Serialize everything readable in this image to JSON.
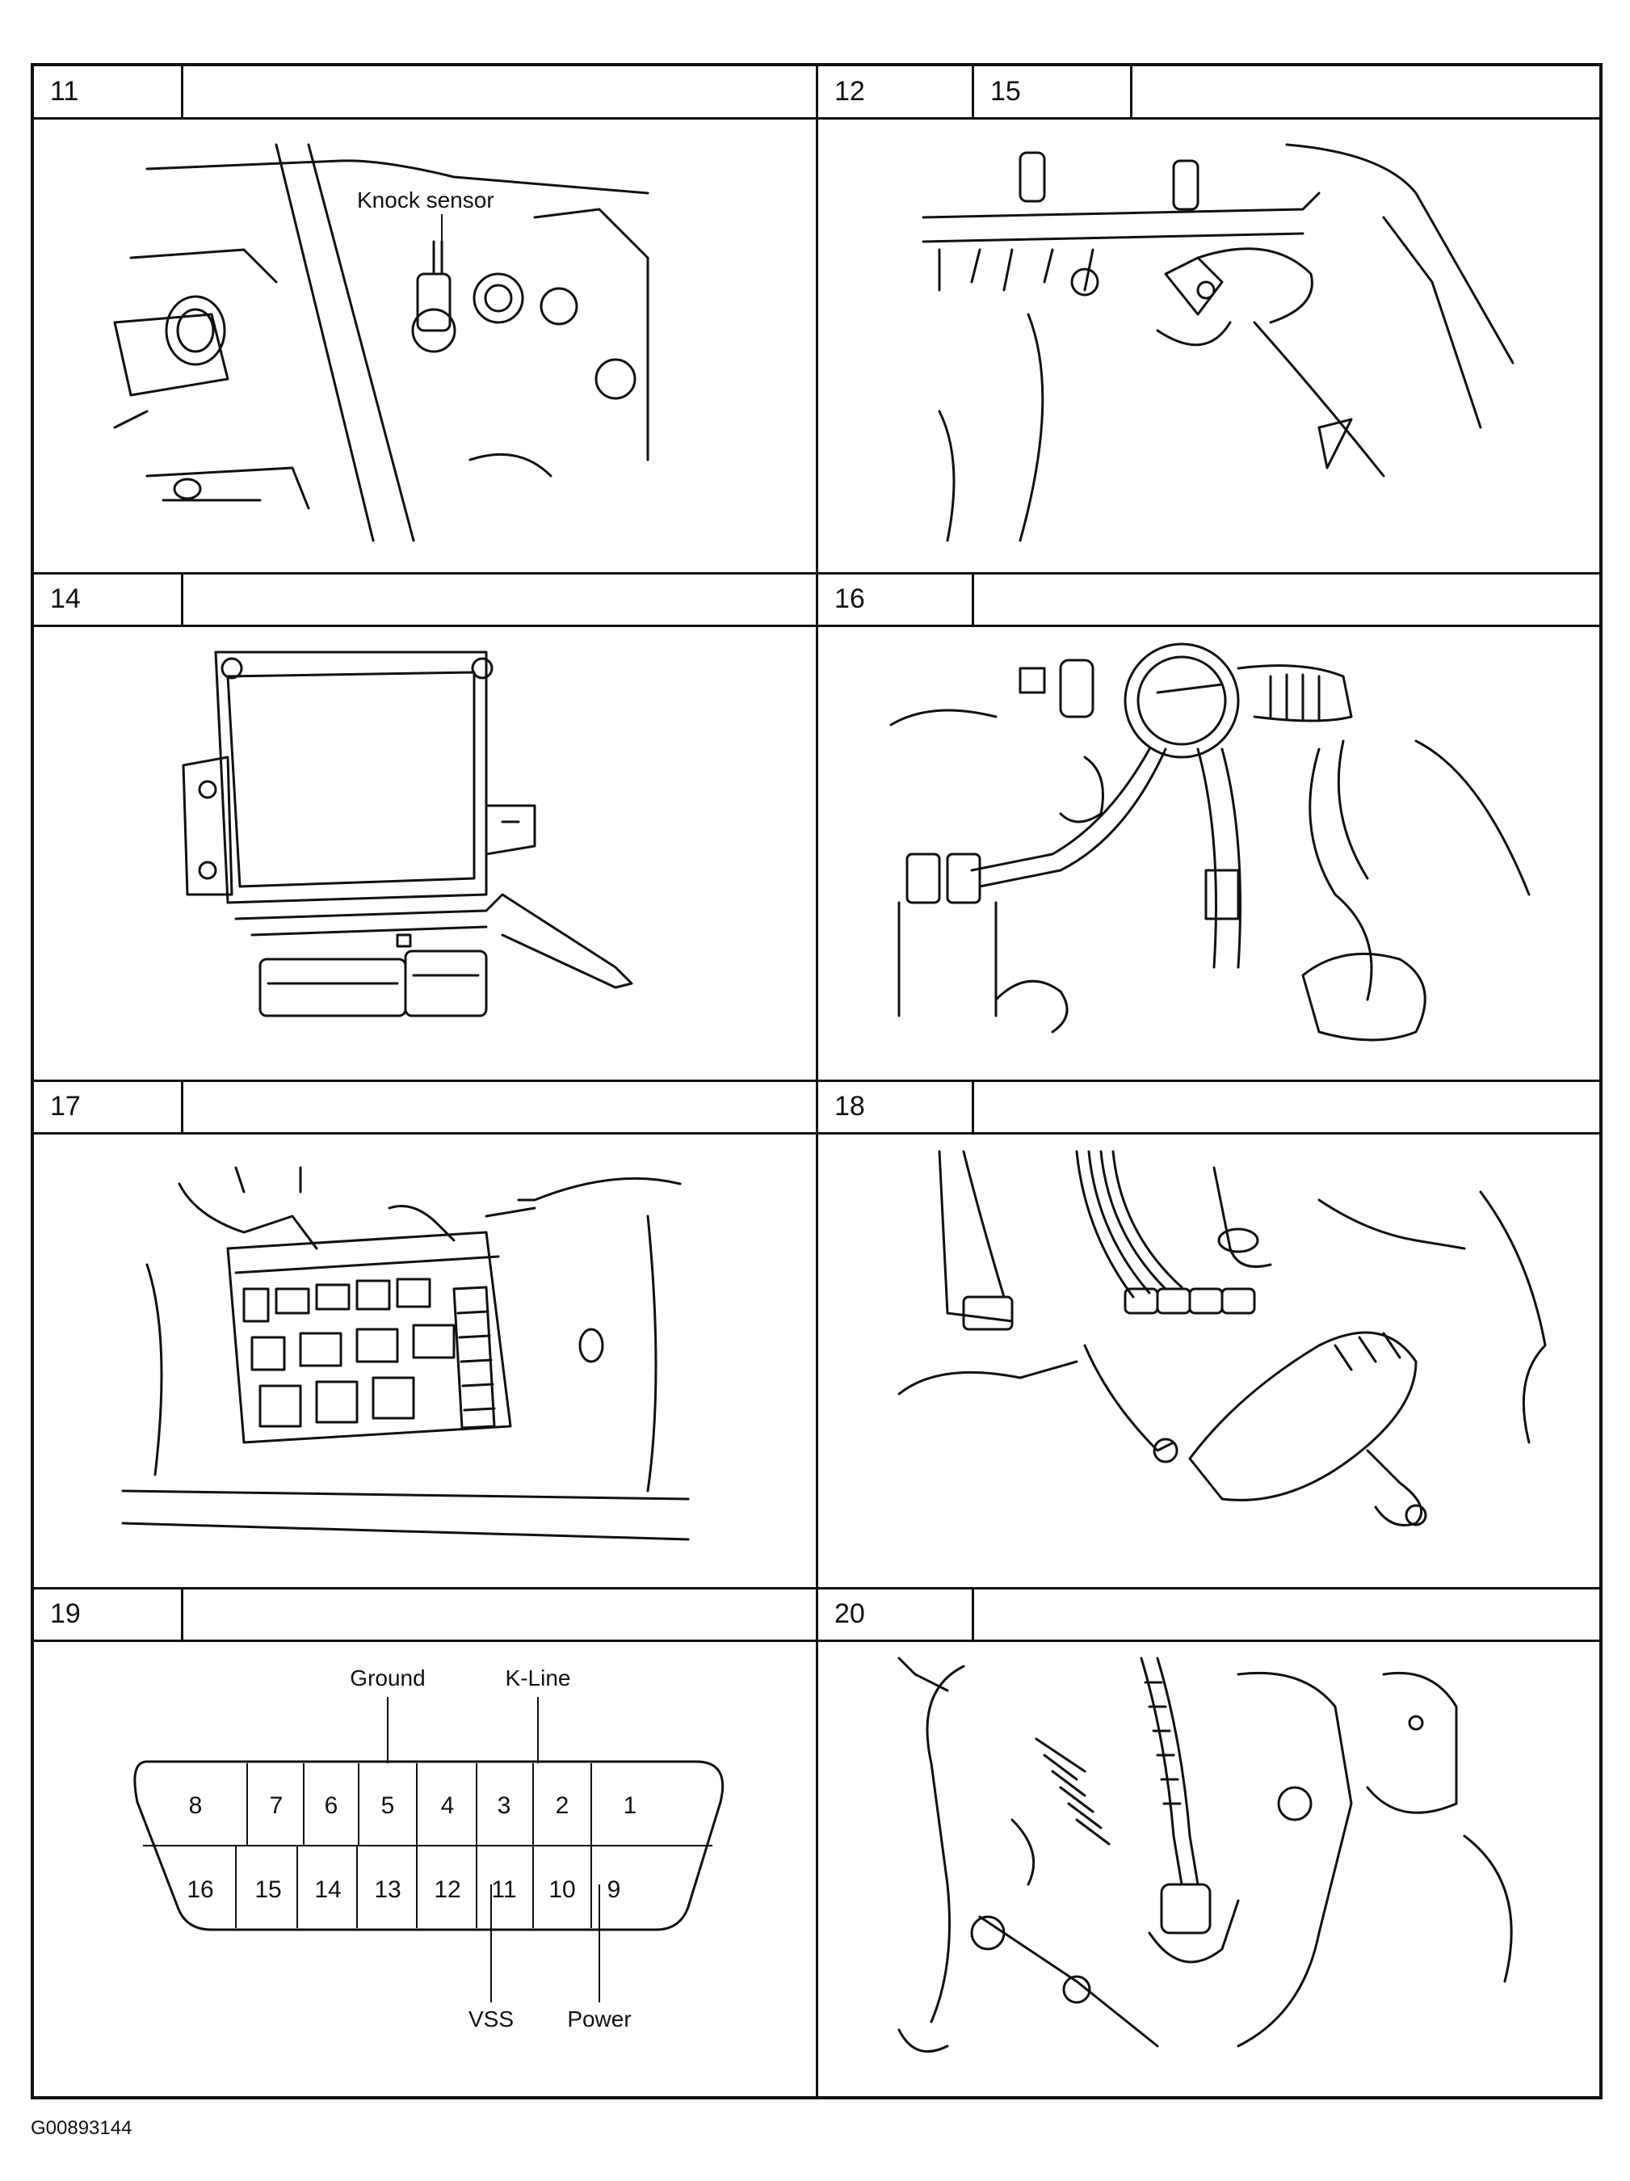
{
  "panels": [
    {
      "numbers": [
        "11"
      ],
      "label": "Knock sensor"
    },
    {
      "numbers": [
        "12",
        "15"
      ]
    },
    {
      "numbers": [
        "14"
      ]
    },
    {
      "numbers": [
        "16"
      ]
    },
    {
      "numbers": [
        "17"
      ]
    },
    {
      "numbers": [
        "18"
      ]
    },
    {
      "numbers": [
        "19"
      ]
    },
    {
      "numbers": [
        "20"
      ]
    }
  ],
  "connector": {
    "top_pins": [
      "8",
      "7",
      "6",
      "5",
      "4",
      "3",
      "2",
      "1"
    ],
    "bottom_pins": [
      "16",
      "15",
      "14",
      "13",
      "12",
      "11",
      "10",
      "9"
    ],
    "labels": {
      "ground": "Ground",
      "kline": "K-Line",
      "vss": "VSS",
      "power": "Power"
    }
  },
  "figure_id": "G00893144"
}
